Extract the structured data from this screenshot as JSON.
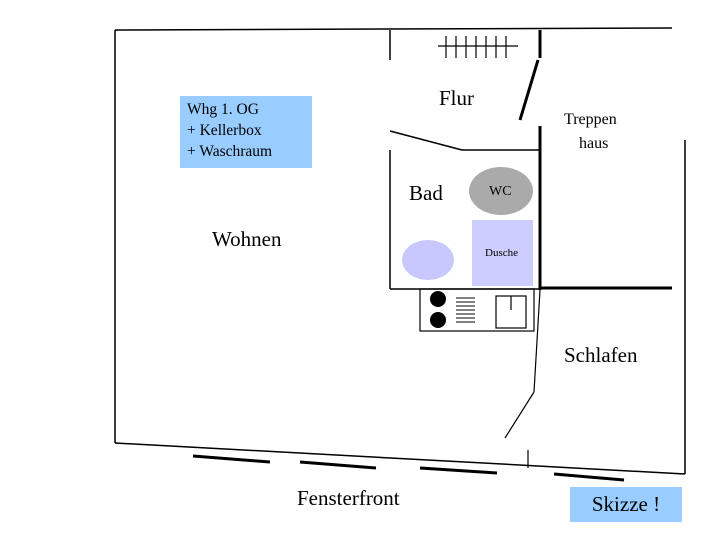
{
  "rooms": {
    "flur": "Flur",
    "treppenhaus_line1": "Treppen",
    "treppenhaus_line2": "haus",
    "bad": "Bad",
    "wc": "WC",
    "dusche": "Dusche",
    "wohnen": "Wohnen",
    "schlafen": "Schlafen"
  },
  "info_box": {
    "lines": [
      "Whg 1. OG",
      "+ Kellerbox",
      "+ Waschraum"
    ]
  },
  "labels": {
    "fensterfront": "Fensterfront",
    "skizze": "Skizze !"
  },
  "colors": {
    "info_fill": "#99ccff",
    "wc_fill": "#aaaaaa",
    "dusche_fill": "#ccccff",
    "sink_fill": "#c8c8ff",
    "wall": "#000000"
  }
}
